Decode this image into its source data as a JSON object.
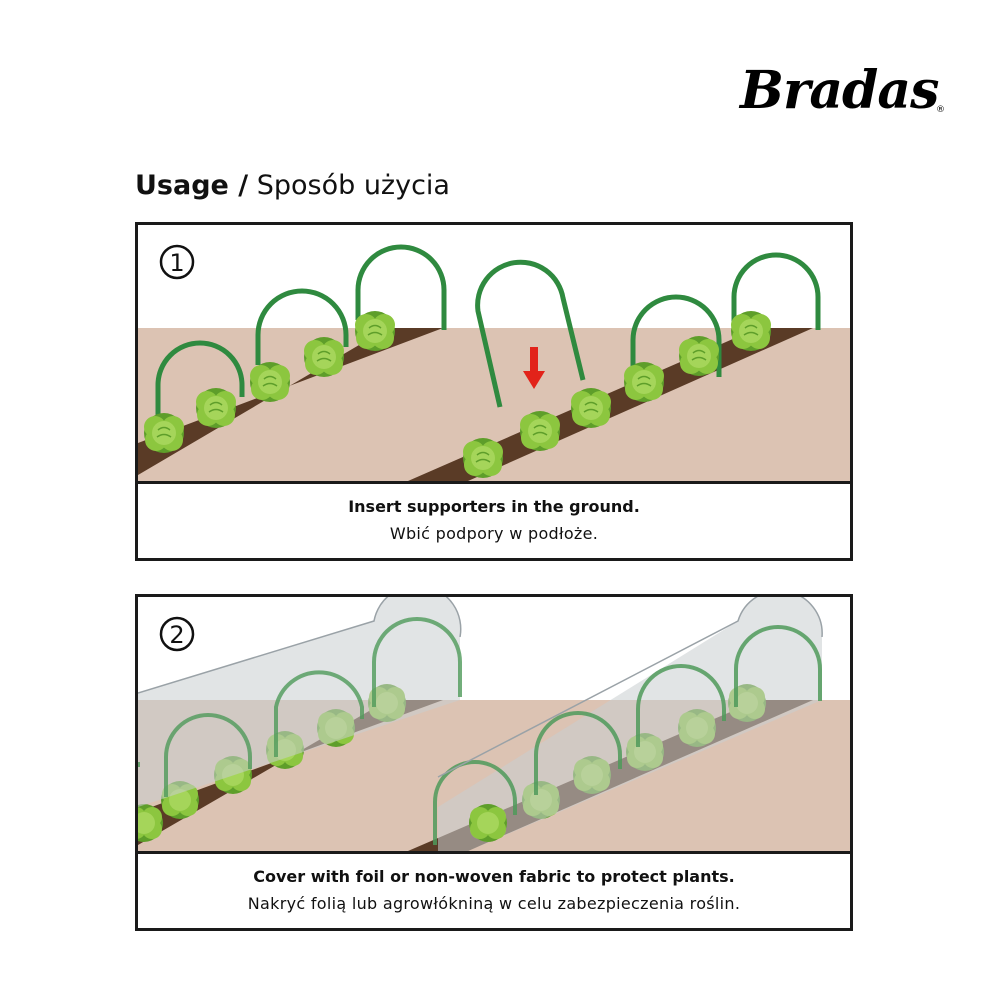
{
  "brand": {
    "name": "Bradas",
    "registered_mark": "®"
  },
  "heading": {
    "bold": "Usage /",
    "normal": "Sposób użycia"
  },
  "steps": [
    {
      "number": "1",
      "caption_en": "Insert supporters in the ground.",
      "caption_pl": "Wbić podpory w podłoże."
    },
    {
      "number": "2",
      "caption_en": "Cover with foil or non-woven fabric to protect plants.",
      "caption_pl": "Nakryć folią lub agrowłókniną w celu zabezpieczenia roślin."
    }
  ],
  "colors": {
    "sky": "#ffffff",
    "ground": "#dcc3b3",
    "soil": "#5a3b26",
    "hoop": "#2f8a3f",
    "plant": "#8cc63f",
    "plant_dark": "#5e9e2a",
    "arrow": "#e2231a",
    "foil": "#c9cdd0"
  },
  "icons": {
    "arrow": "down-arrow-icon",
    "plant": "lettuce-icon",
    "hoop": "hoop-icon"
  }
}
